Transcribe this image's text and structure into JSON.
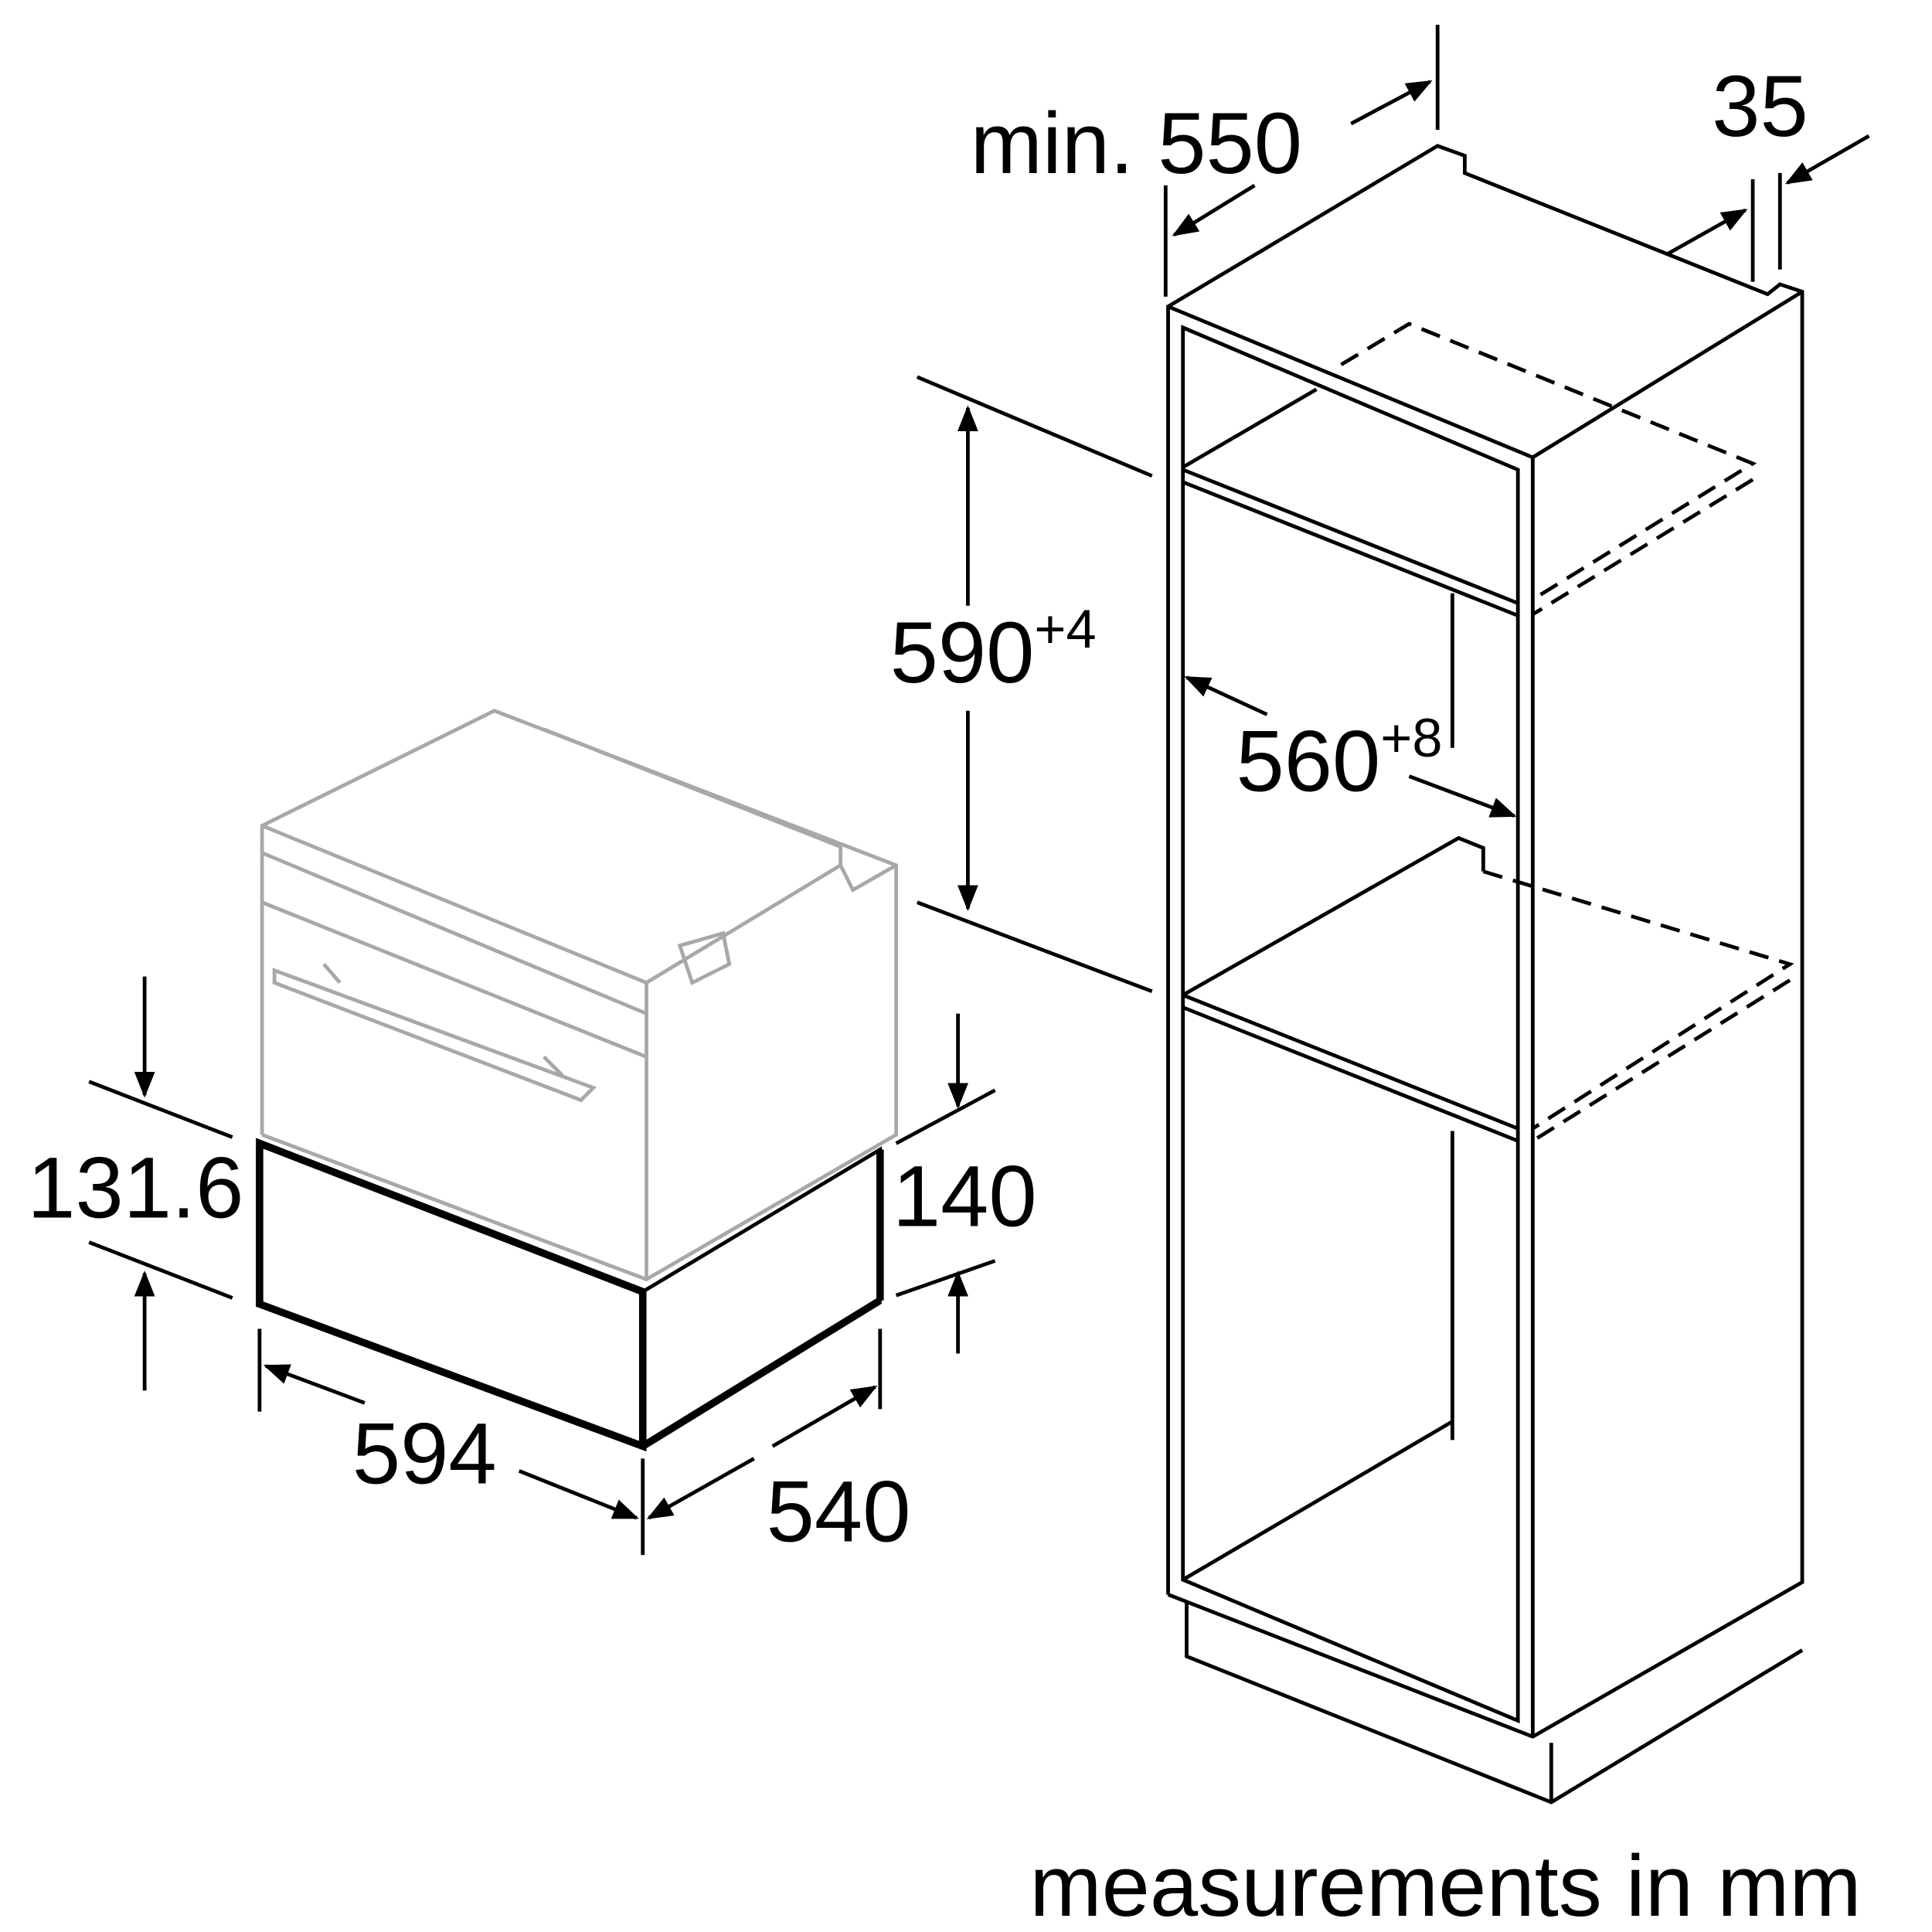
{
  "dimensions": {
    "cabinet_depth": "min. 550",
    "back_gap": "35",
    "niche_height": "590",
    "niche_height_tol": "+4",
    "niche_width": "560",
    "niche_width_tol": "+8",
    "drawer_height_front": "131.6",
    "drawer_height_side": "140",
    "drawer_width": "594",
    "drawer_depth": "540"
  },
  "footnote": "measurements in mm"
}
